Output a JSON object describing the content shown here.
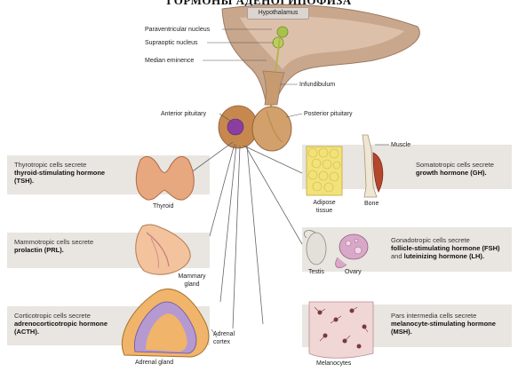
{
  "header": {
    "banner_text": "ГОРМОНЫ АДЕНОГИПОФИЗА"
  },
  "labels": {
    "hypothalamus": "Hypothalamus",
    "paraventricular": "Paraventricular nucleus",
    "supraoptic": "Supraoptic nucleus",
    "median_eminence": "Median eminence",
    "infundibulum": "Infundibulum",
    "anterior_pituitary": "Anterior pituitary",
    "posterior_pituitary": "Posterior pituitary",
    "thyroid": "Thyroid",
    "mammary_gland": "Mammary gland",
    "adrenal_cortex": "Adrenal cortex",
    "adrenal_gland": "Adrenal gland",
    "muscle": "Muscle",
    "adipose_tissue": "Adipose tissue",
    "bone": "Bone",
    "testis": "Testis",
    "ovary": "Ovary",
    "melanocytes": "Melanocytes"
  },
  "panels": {
    "thyrotropic": {
      "pre": "Thyrotropic cells secrete",
      "bold": "thyroid-stimulating hormone (TSH)."
    },
    "mammotropic": {
      "pre": "Mammotropic cells secrete",
      "bold": "prolactin (PRL)."
    },
    "corticotropic": {
      "pre": "Corticotropic cells secrete",
      "bold": "adrenocorticotropic hormone (ACTH)."
    },
    "somatotropic": {
      "pre": "Somatotropic cells secrete",
      "bold": "growth hormone (GH)."
    },
    "gonadotropic": {
      "pre": "Gonadotropic cells secrete",
      "bold1": "follicle-stimulating hormone (FSH)",
      "mid": "and",
      "bold2": "luteinizing hormone (LH)."
    },
    "pars_intermedia": {
      "pre": "Pars intermedia cells secrete",
      "bold": "melanocyte-stimulating hormone (MSH)."
    }
  },
  "colors": {
    "panel_bg": "#e9e5e1",
    "tissue_brown": "#b07a4c",
    "pink_tissue": "#d99a88",
    "purple_cells": "#7a3c8c"
  }
}
